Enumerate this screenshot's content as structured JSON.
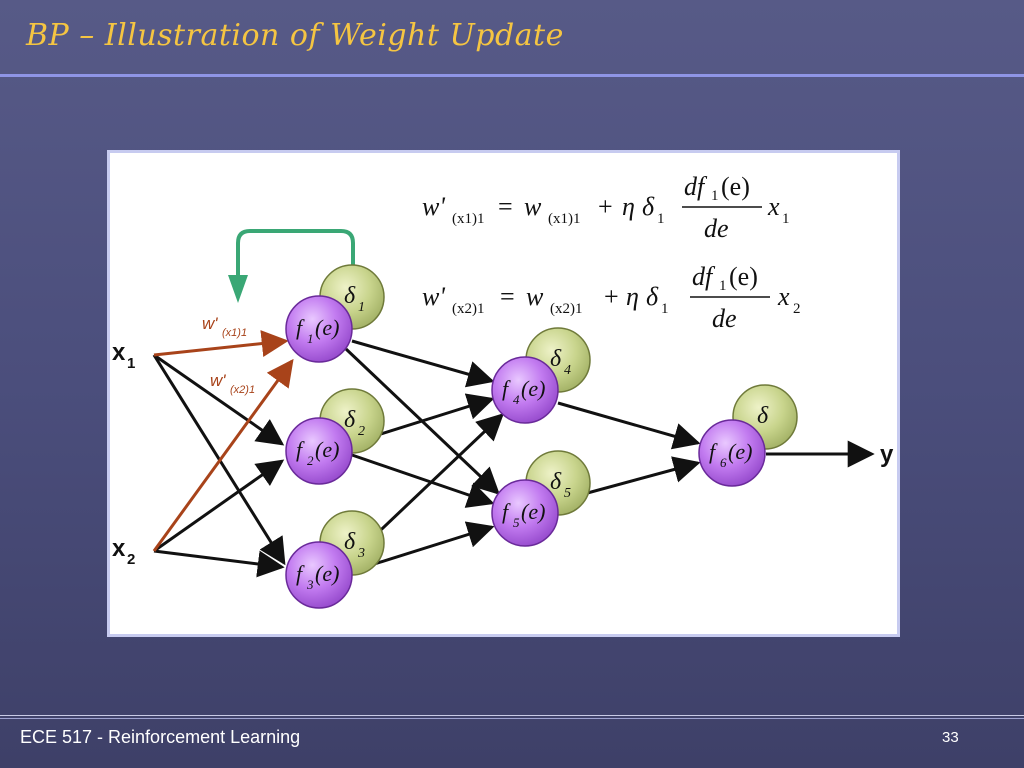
{
  "slide": {
    "title": "BP – Illustration of Weight Update",
    "footer": "ECE 517 - Reinforcement Learning",
    "page_number": "33"
  },
  "diagram": {
    "inputs": [
      "x",
      "x"
    ],
    "input_subscripts": [
      "1",
      "2"
    ],
    "output": "y",
    "neurons": [
      {
        "f": "f",
        "sub": "1",
        "arg": "(e)",
        "delta": "δ",
        "delta_sub": "1"
      },
      {
        "f": "f",
        "sub": "2",
        "arg": "(e)",
        "delta": "δ",
        "delta_sub": "2"
      },
      {
        "f": "f",
        "sub": "3",
        "arg": "(e)",
        "delta": "δ",
        "delta_sub": "3"
      },
      {
        "f": "f",
        "sub": "4",
        "arg": "(e)",
        "delta": "δ",
        "delta_sub": "4"
      },
      {
        "f": "f",
        "sub": "5",
        "arg": "(e)",
        "delta": "δ",
        "delta_sub": "5"
      },
      {
        "f": "f",
        "sub": "6",
        "arg": "(e)",
        "delta": "δ",
        "delta_sub": ""
      }
    ],
    "weight_labels": [
      {
        "w": "w'",
        "sub": "(x1)1"
      },
      {
        "w": "w'",
        "sub": "(x2)1"
      }
    ],
    "equations": [
      {
        "lhs_w": "w'",
        "lhs_sub": "(x1)1",
        "eq": "=",
        "rhs_w": "w",
        "rhs_sub": "(x1)1",
        "plus": "+",
        "eta": "η",
        "delta": "δ",
        "delta_sub": "1",
        "num": "df",
        "num_sub": "1",
        "num_arg": "(e)",
        "den": "de",
        "x": "x",
        "x_sub": "1"
      },
      {
        "lhs_w": "w'",
        "lhs_sub": "(x2)1",
        "eq": "=",
        "rhs_w": "w",
        "rhs_sub": "(x2)1",
        "plus": "+",
        "eta": "η",
        "delta": "δ",
        "delta_sub": "1",
        "num": "df",
        "num_sub": "1",
        "num_arg": "(e)",
        "den": "de",
        "x": "x",
        "x_sub": "2"
      }
    ],
    "colors": {
      "neuron_fill": "#c27bf0",
      "neuron_stroke": "#6a2a9a",
      "delta_fill": "#c8d48c",
      "delta_stroke": "#6f7a3a",
      "updated_weight": "#a8431a",
      "feedback_arrow": "#3aa775",
      "edge": "#111111"
    }
  }
}
